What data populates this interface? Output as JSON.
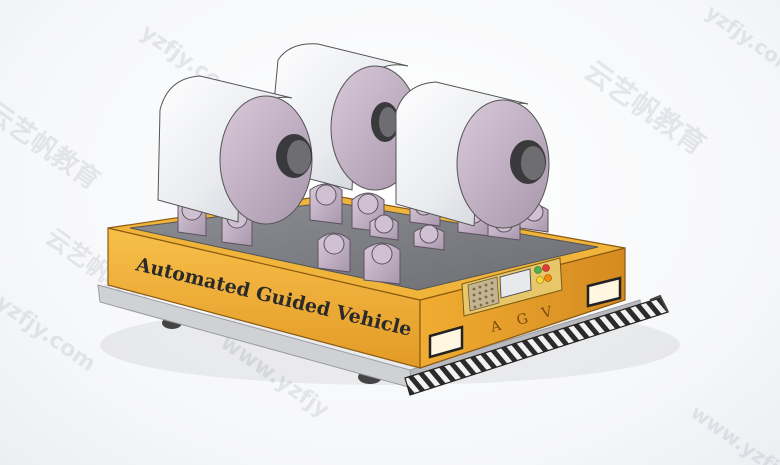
{
  "vehicle": {
    "side_label": "Automated Guided Vehicle",
    "front_letters": [
      "A",
      "G",
      "V"
    ]
  },
  "watermarks": {
    "chinese": "云艺帆教育",
    "domain": "yzfjy.com",
    "url": "www.yzfjy"
  },
  "colors": {
    "body_orange": "#f2b134",
    "body_dark": "#d9932a",
    "deck_grey": "#7f8186",
    "coil_white": "#eef0f4",
    "support_lilac": "#b9a9bd",
    "bumper_stripe": "#2b2b2b"
  }
}
